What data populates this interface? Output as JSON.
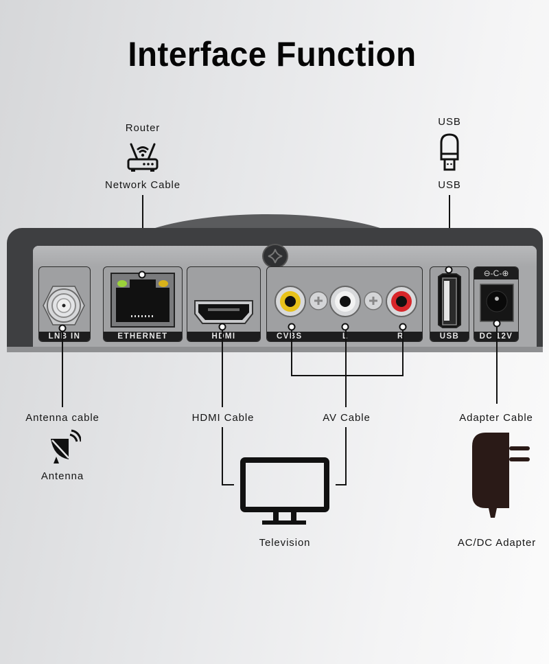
{
  "title": "Interface Function",
  "top_labels": {
    "router_icon_label": "Router",
    "network_cable": "Network Cable",
    "usb_icon_label": "USB",
    "usb_cable": "USB"
  },
  "ports": [
    {
      "id": "lnb-in",
      "label": "LNB IN",
      "icon": "coaxial-f-connector-icon"
    },
    {
      "id": "ethernet",
      "label": "ETHERNET",
      "icon": "rj45-port-icon"
    },
    {
      "id": "hdmi",
      "label": "HDMI",
      "icon": "hdmi-port-icon"
    },
    {
      "id": "cvbs",
      "label": "CVBS",
      "icon": "rca-yellow-icon"
    },
    {
      "id": "audio-l",
      "label": "L",
      "icon": "rca-white-icon"
    },
    {
      "id": "audio-r",
      "label": "R",
      "icon": "rca-red-icon"
    },
    {
      "id": "usb",
      "label": "USB",
      "icon": "usb-a-port-icon"
    },
    {
      "id": "dc-12v",
      "label": "DC 12V",
      "icon": "dc-barrel-jack-icon",
      "polarity": "⊖-C-⊕"
    }
  ],
  "bottom_labels": {
    "antenna_cable": "Antenna cable",
    "antenna": "Antenna",
    "hdmi_cable": "HDMI Cable",
    "av_cable": "AV Cable",
    "television": "Television",
    "adapter_cable": "Adapter Cable",
    "adapter": "AC/DC Adapter"
  },
  "colors": {
    "rca_yellow": "#e8c21a",
    "rca_white": "#f2f2f2",
    "rca_red": "#d8262a",
    "led_green": "#9bd23a",
    "led_yellow": "#d9b21a",
    "device_shell": "#3e3f41",
    "adapter_fill": "#2a1a17"
  }
}
